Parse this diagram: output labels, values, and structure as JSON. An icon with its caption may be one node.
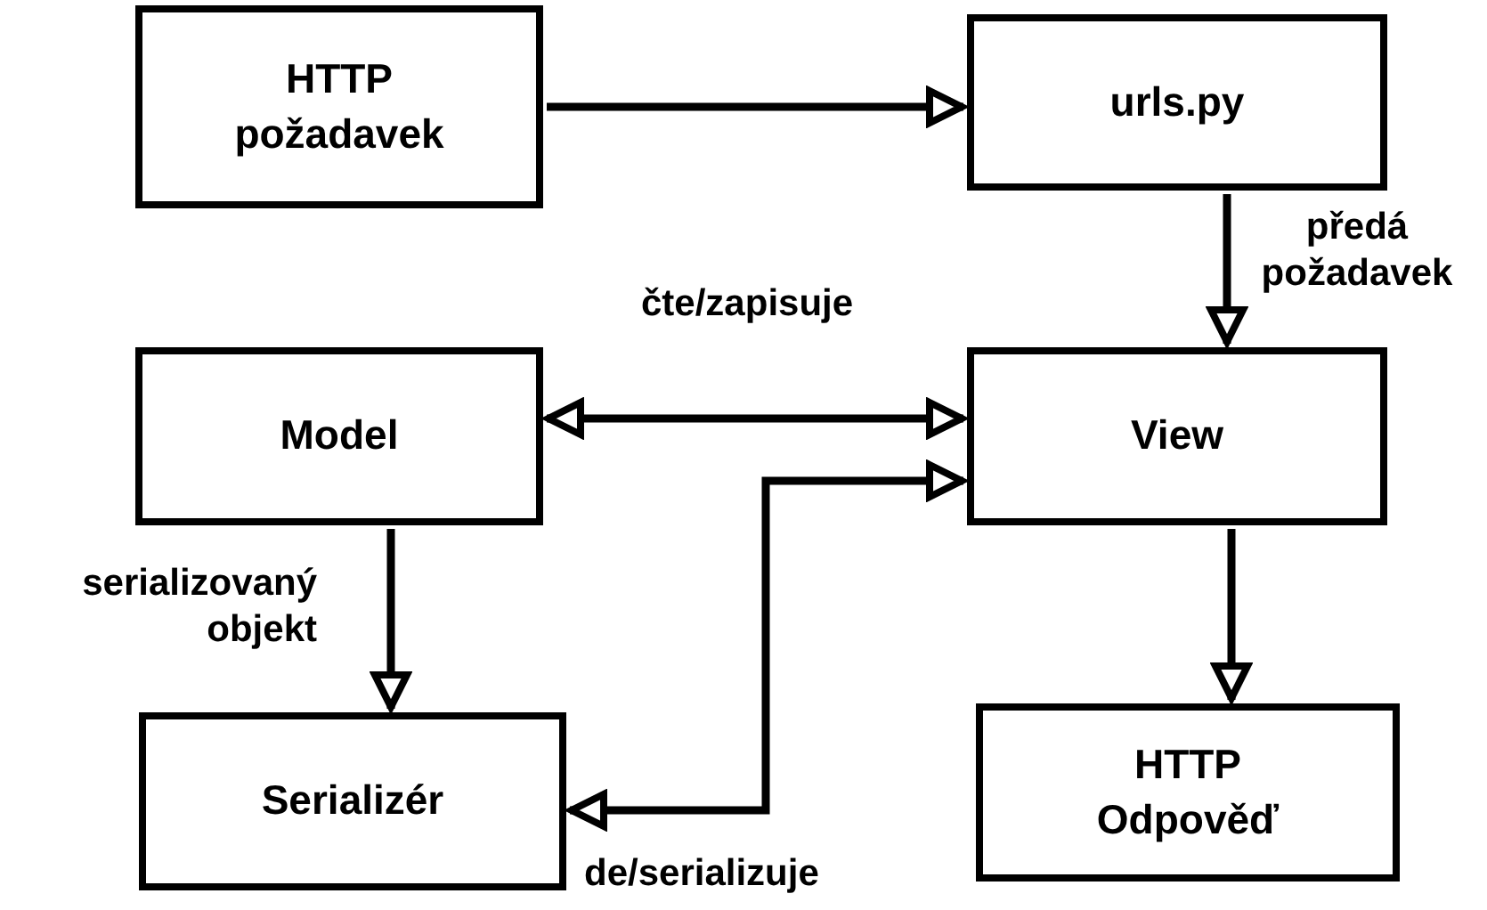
{
  "diagram": {
    "nodes": [
      {
        "text": [
          "HTTP požadavek"
        ]
      },
      {
        "text": [
          "urls.py"
        ]
      },
      {
        "text": [
          "Model"
        ]
      },
      {
        "text": [
          "View"
        ]
      },
      {
        "text": [
          "Serializér"
        ]
      },
      {
        "text": [
          "HTTP Odpověď"
        ]
      }
    ],
    "edges": [
      {
        "from": 0,
        "to": 1,
        "arrow": "to"
      },
      {
        "from": 1,
        "to": 3,
        "arrow": "to",
        "label": "předá požadavek"
      },
      {
        "from": 2,
        "to": 3,
        "arrow": "both",
        "label": "čte/zapisuje"
      },
      {
        "from": 2,
        "to": 4,
        "arrow": "to",
        "label": "serializovaný objekt"
      },
      {
        "from": 3,
        "to": 5,
        "arrow": "to"
      },
      {
        "from": 4,
        "to": 3,
        "arrow": "both",
        "label": "de/serializuje"
      }
    ]
  }
}
